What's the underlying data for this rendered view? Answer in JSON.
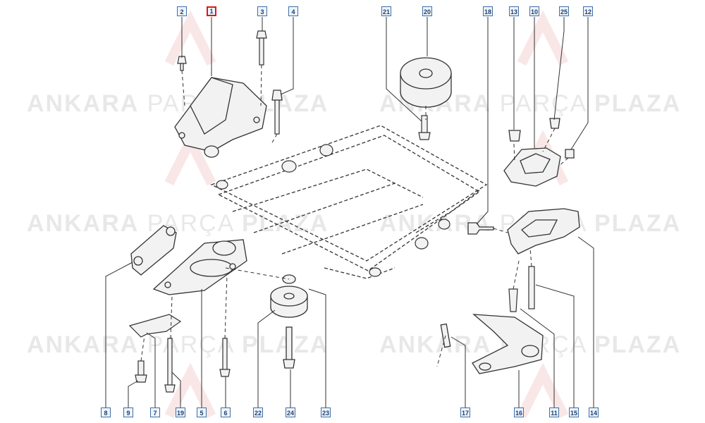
{
  "watermark": {
    "part1": "ANKARA",
    "part2": "PARÇA",
    "part3": "PLAZA"
  },
  "callouts": [
    {
      "id": "c2",
      "label": "2"
    },
    {
      "id": "c1",
      "label": "1",
      "highlight": true
    },
    {
      "id": "c3",
      "label": "3"
    },
    {
      "id": "c4",
      "label": "4"
    },
    {
      "id": "c21",
      "label": "21"
    },
    {
      "id": "c20",
      "label": "20"
    },
    {
      "id": "c18",
      "label": "18"
    },
    {
      "id": "c13",
      "label": "13"
    },
    {
      "id": "c10",
      "label": "10"
    },
    {
      "id": "c25",
      "label": "25"
    },
    {
      "id": "c12",
      "label": "12"
    },
    {
      "id": "c8",
      "label": "8"
    },
    {
      "id": "c9",
      "label": "9"
    },
    {
      "id": "c7",
      "label": "7"
    },
    {
      "id": "c19",
      "label": "19"
    },
    {
      "id": "c5",
      "label": "5"
    },
    {
      "id": "c6",
      "label": "6"
    },
    {
      "id": "c22",
      "label": "22"
    },
    {
      "id": "c24",
      "label": "24"
    },
    {
      "id": "c23",
      "label": "23"
    },
    {
      "id": "c17",
      "label": "17"
    },
    {
      "id": "c16",
      "label": "16"
    },
    {
      "id": "c11",
      "label": "11"
    },
    {
      "id": "c15",
      "label": "15"
    },
    {
      "id": "c14",
      "label": "14"
    }
  ],
  "colors": {
    "line": "#333333",
    "callout_border": "#3f6fa7",
    "callout_fill": "#eef4fb",
    "highlight": "#d81b1b",
    "part_fill": "#f2f2f2"
  }
}
